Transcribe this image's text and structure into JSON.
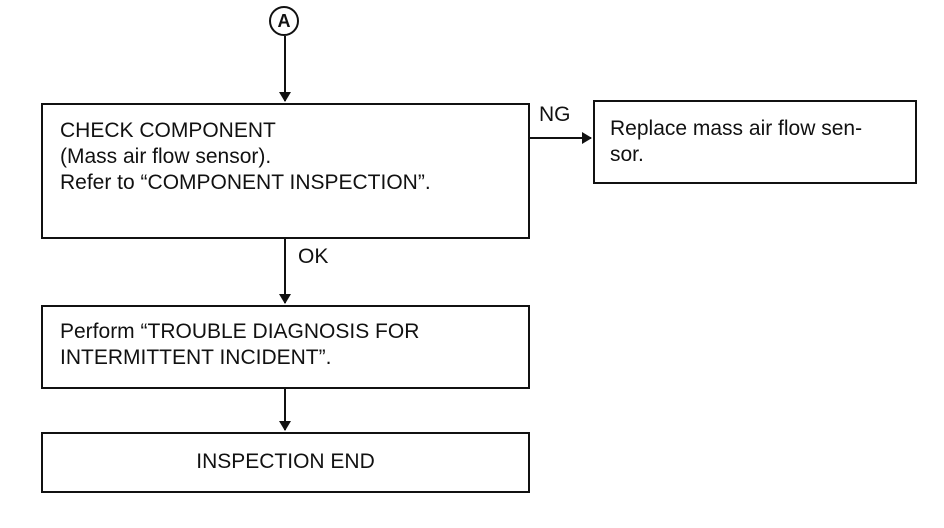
{
  "connector": {
    "label": "A"
  },
  "boxes": {
    "check_component": {
      "lines": [
        "CHECK COMPONENT",
        "(Mass air flow sensor).",
        "Refer to “COMPONENT INSPECTION”."
      ]
    },
    "replace": {
      "lines": [
        "Replace mass air flow sen-",
        "sor."
      ]
    },
    "perform": {
      "lines": [
        "Perform “TROUBLE DIAGNOSIS FOR",
        "INTERMITTENT INCIDENT”."
      ]
    },
    "end": {
      "text": "INSPECTION END"
    }
  },
  "branch_labels": {
    "ng": "NG",
    "ok": "OK"
  }
}
